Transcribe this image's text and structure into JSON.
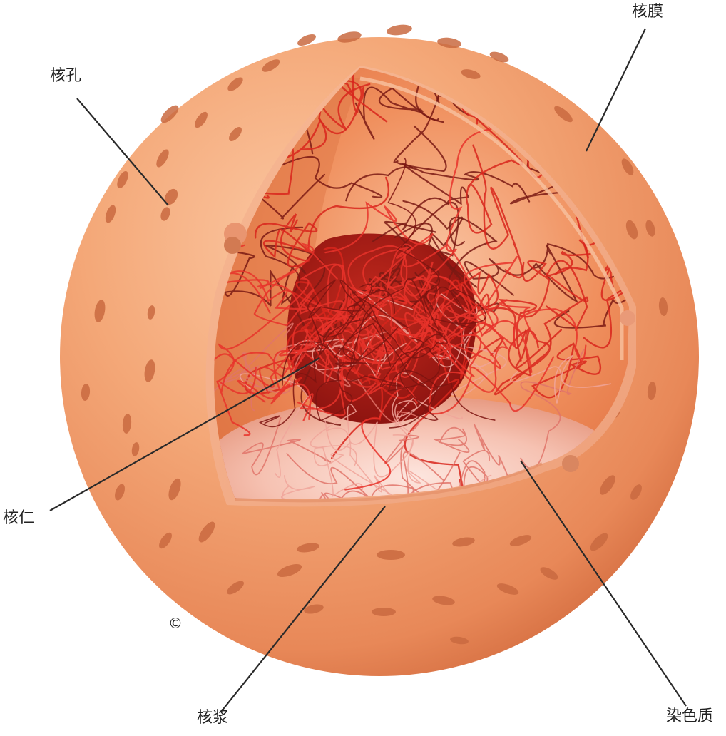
{
  "labels": {
    "nuclear_pore": "核孔",
    "nuclear_envelope": "核膜",
    "nucleolus": "核仁",
    "nucleoplasm": "核浆",
    "chromatin": "染色质"
  },
  "copyright_mark": "©",
  "colors": {
    "sphere_light": "#f6b48a",
    "sphere_mid": "#ef9a6a",
    "sphere_dark": "#d56f42",
    "interior": "#e8603a",
    "nucleolus": "#b8201a",
    "fiber_red": "#d8261c",
    "fiber_dark": "#7a1a14",
    "nucleoplasm_floor": "#f7c8be",
    "leader_line": "#2a2a2a"
  }
}
